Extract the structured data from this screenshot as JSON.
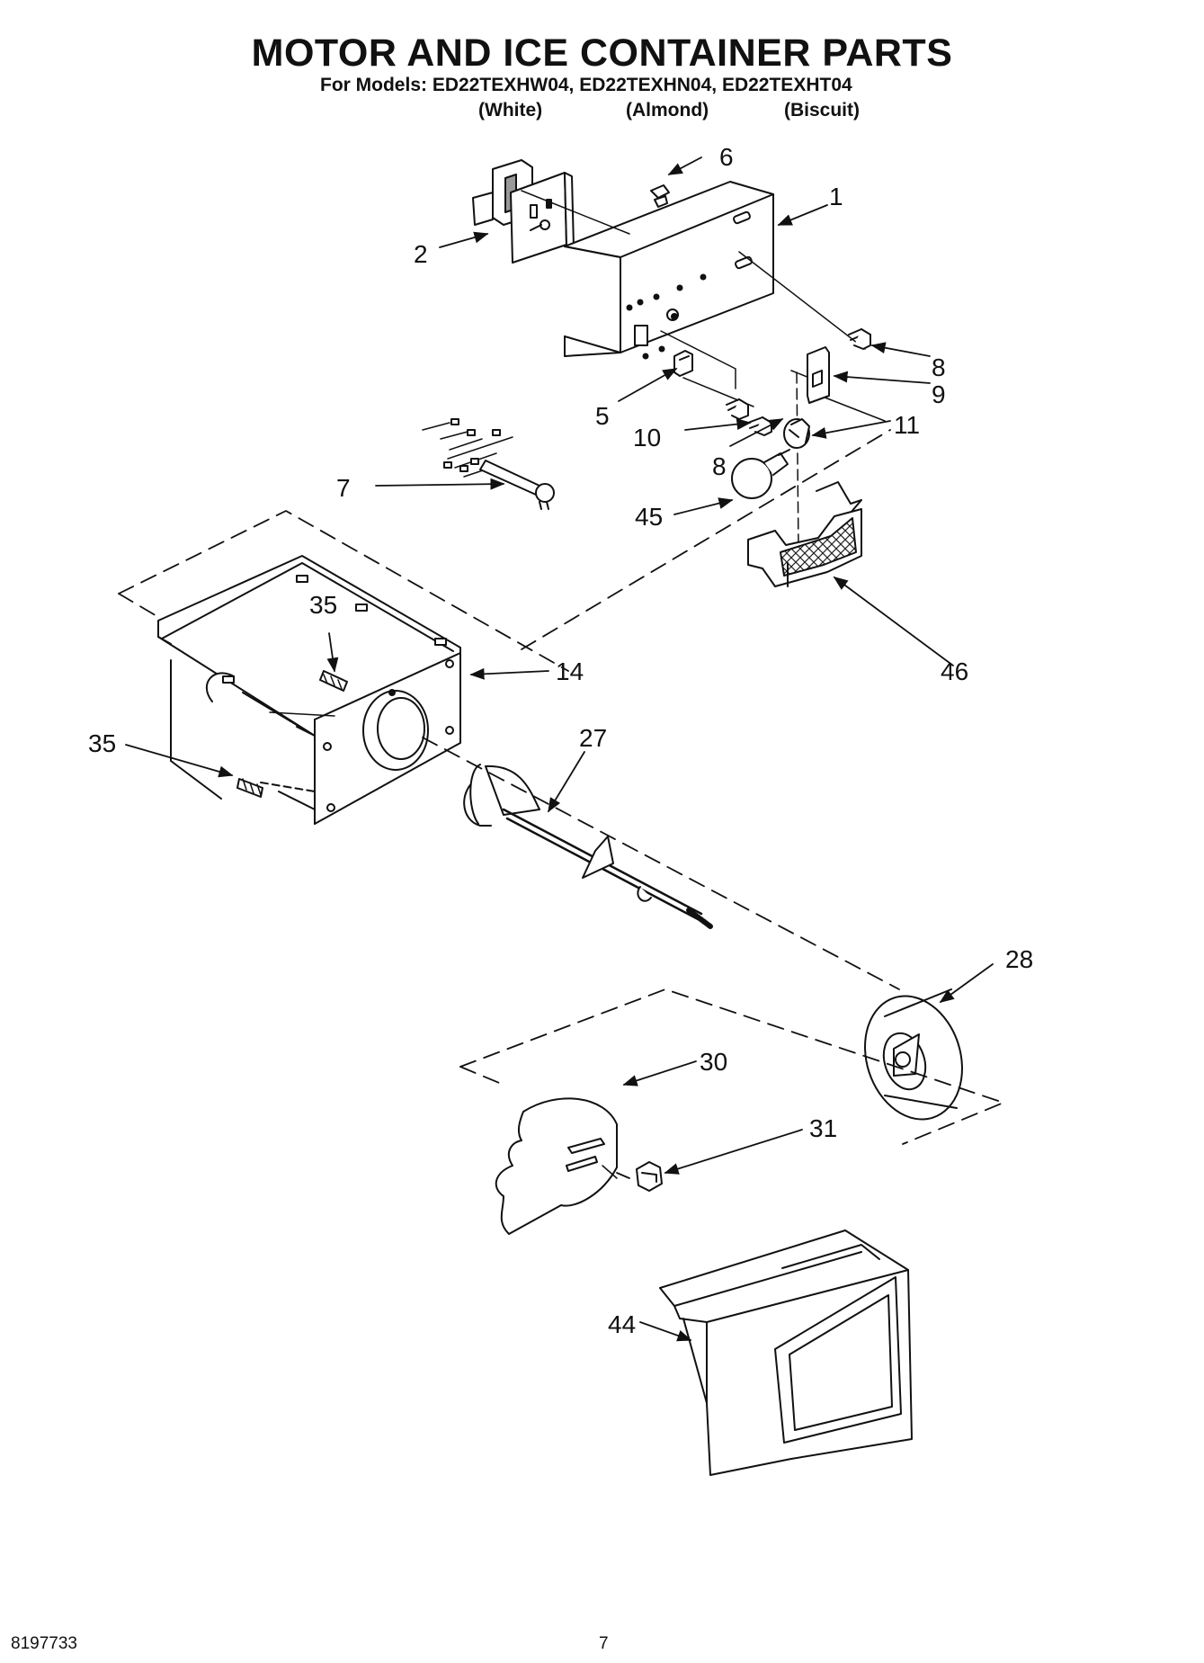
{
  "header": {
    "title": "MOTOR AND ICE CONTAINER PARTS",
    "models_line": "For Models: ED22TEXHW04, ED22TEXHN04, ED22TEXHT04",
    "variants": [
      "(White)",
      "(Almond)",
      "(Biscuit)"
    ]
  },
  "callouts": [
    "1",
    "2",
    "5",
    "6",
    "7",
    "8",
    "9",
    "10",
    "8",
    "11",
    "45",
    "46",
    "14",
    "35",
    "35",
    "27",
    "28",
    "30",
    "31",
    "44"
  ],
  "footer": {
    "doc_number": "8197733",
    "page_number": "7"
  }
}
